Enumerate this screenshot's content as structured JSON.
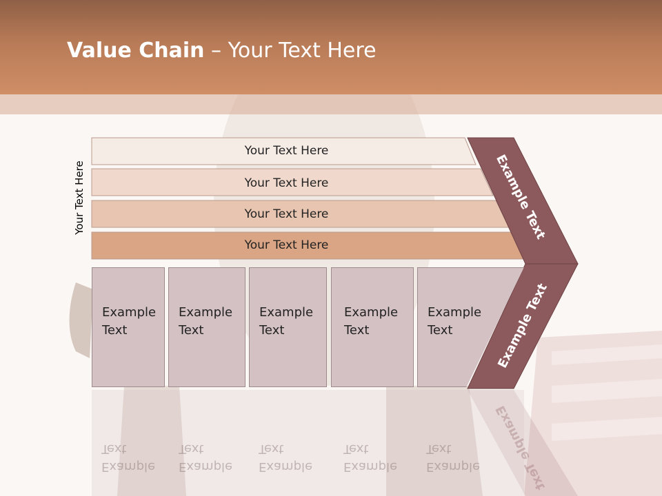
{
  "slide": {
    "title_bold": "Value Chain",
    "title_rest": " – Your Text Here",
    "vertical_label": "Your Text Here"
  },
  "bars": [
    {
      "label": "Your Text Here",
      "color": "#f6ece6"
    },
    {
      "label": "Your Text Here",
      "color": "#f0d9cc"
    },
    {
      "label": "Your Text Here",
      "color": "#e8c5b0"
    },
    {
      "label": "Your Text Here",
      "color": "#d9a585"
    }
  ],
  "columns": [
    {
      "line1": "Example",
      "line2": "Text"
    },
    {
      "line1": "Example",
      "line2": "Text"
    },
    {
      "line1": "Example",
      "line2": "Text"
    },
    {
      "line1": "Example",
      "line2": "Text"
    },
    {
      "line1": "Example",
      "line2": "Text"
    }
  ],
  "chevron": {
    "upper_label": "Example Text",
    "lower_label": "Example Text",
    "color": "#8c5a5c"
  }
}
